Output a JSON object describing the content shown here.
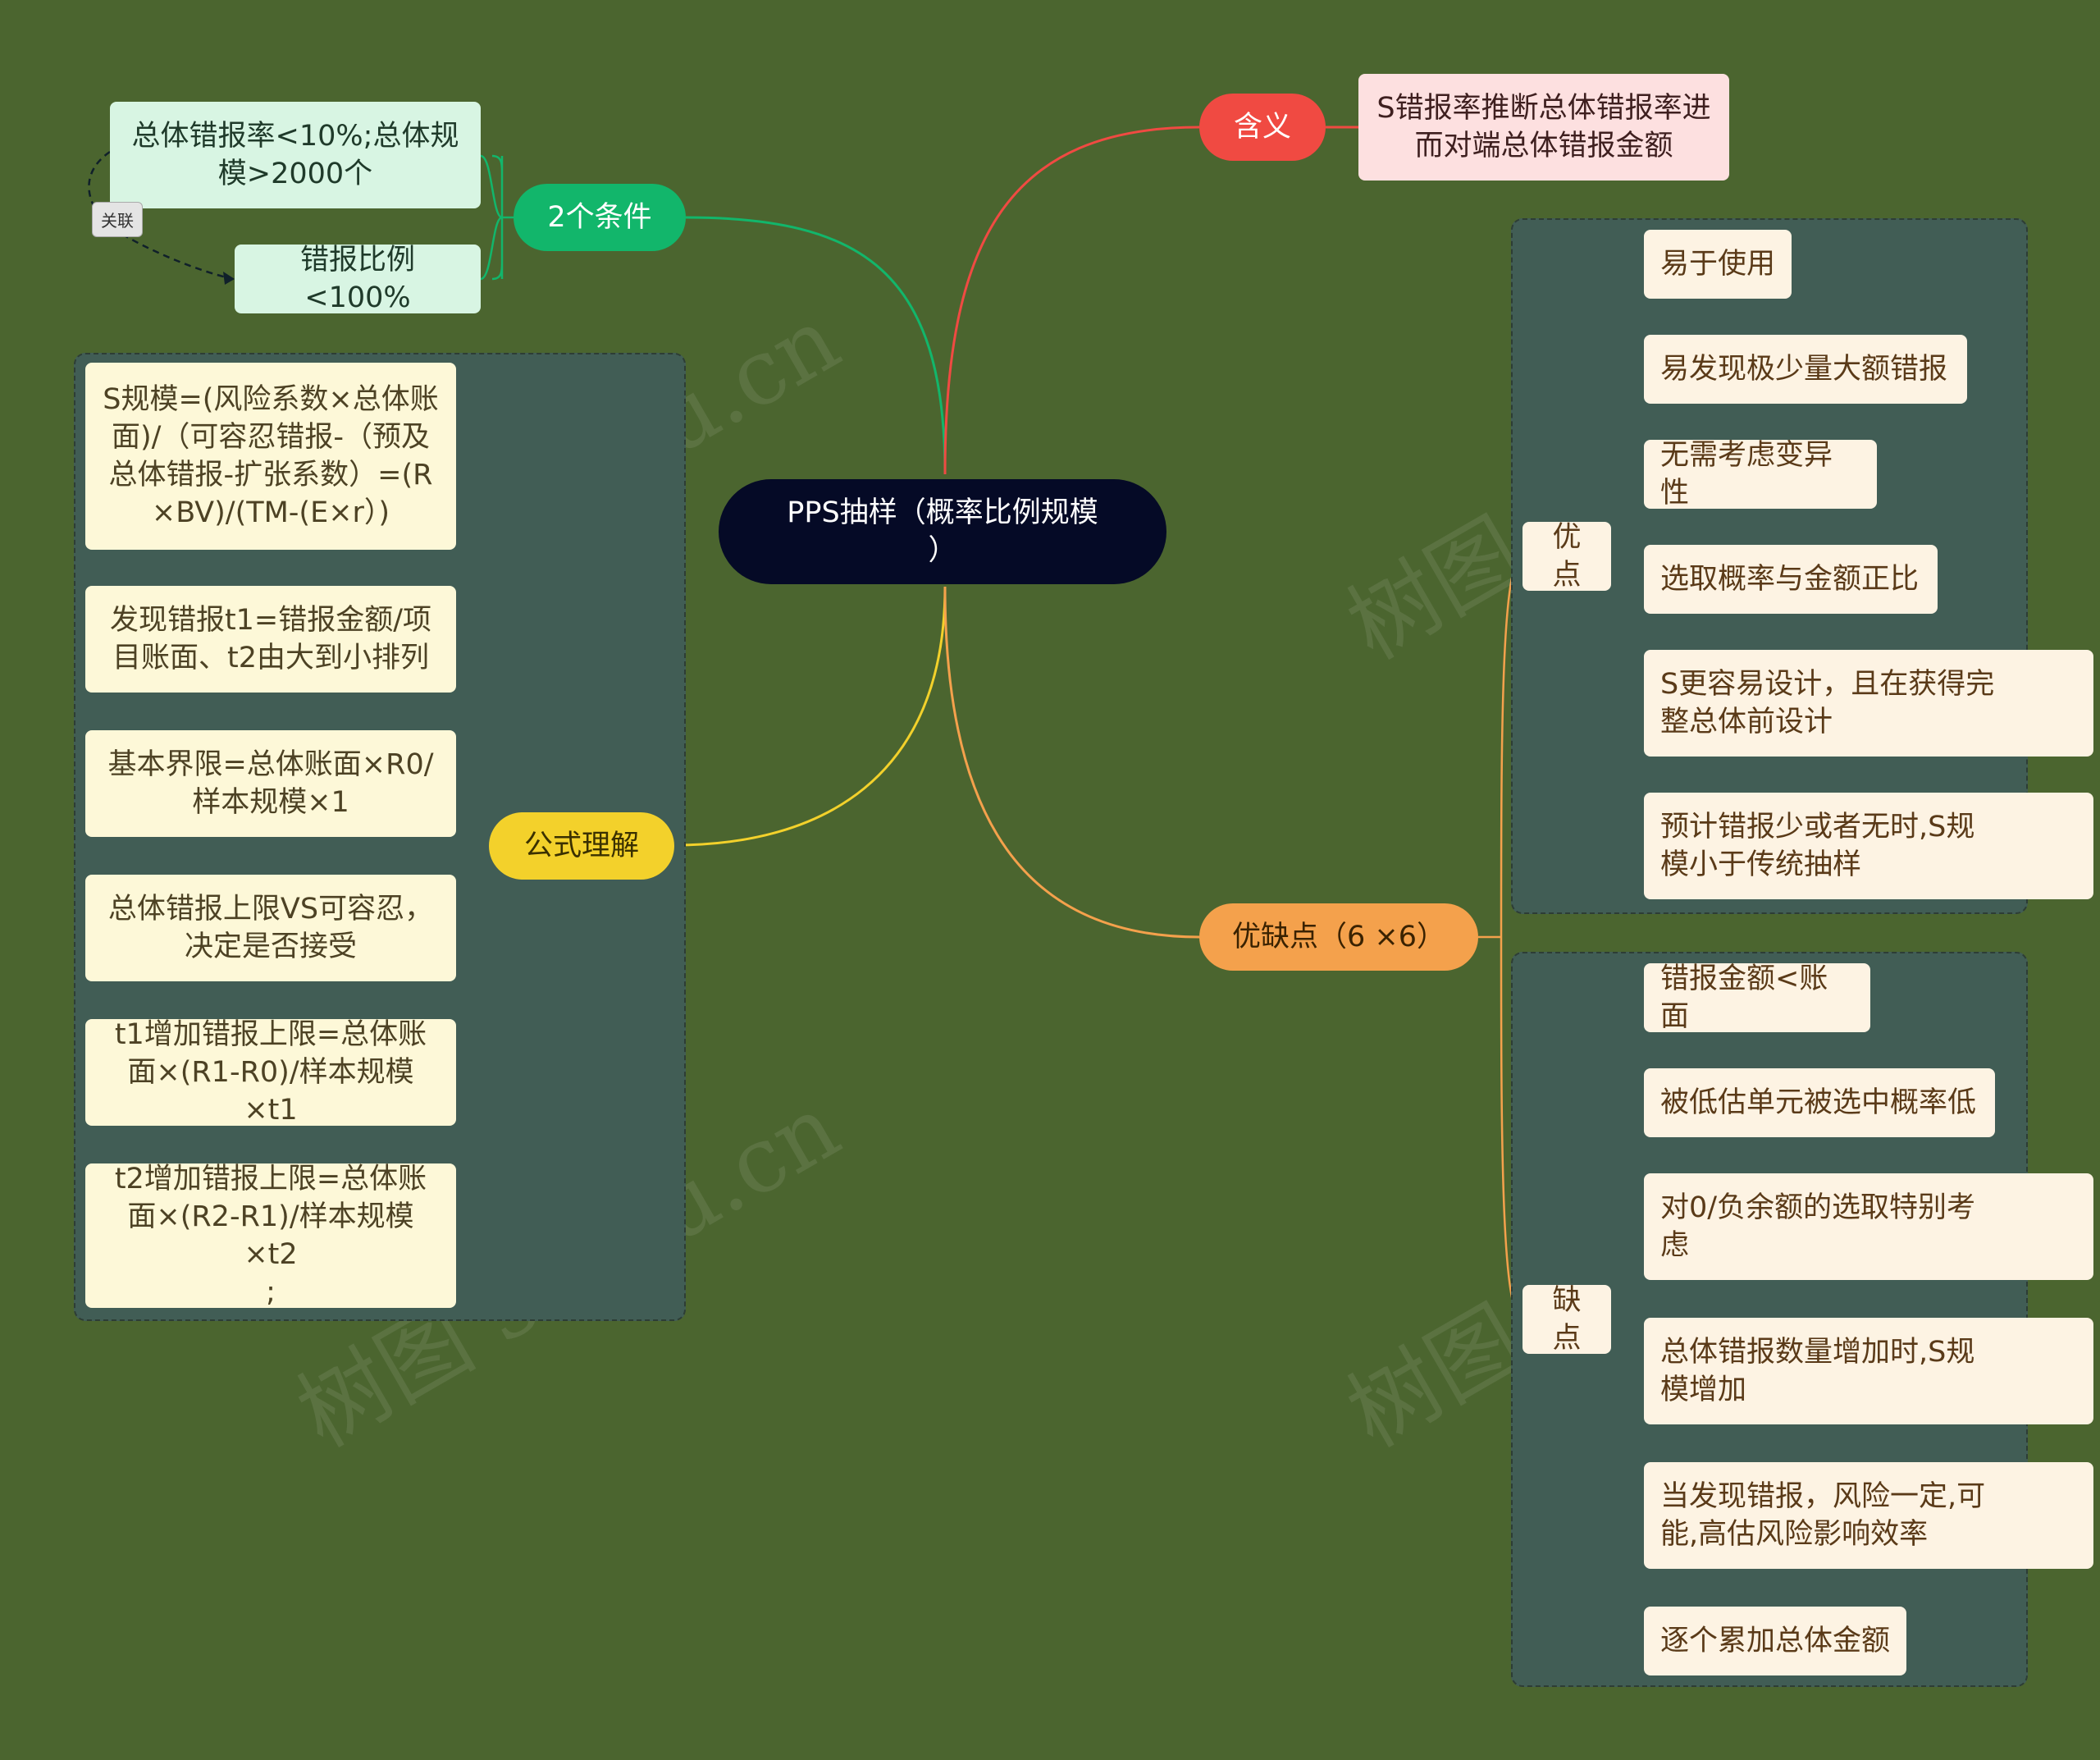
{
  "root": "PPS抽样（概率比例规模\n）",
  "conditions": {
    "label": "2个条件",
    "items": [
      "总体错报率<10%;总体规\n模>2000个",
      "错报比例<100%"
    ],
    "relation_tag": "关联"
  },
  "meaning": {
    "label": "含义",
    "text": "S错报率推断总体错报率进\n而对端总体错报金额"
  },
  "formula": {
    "label": "公式理解",
    "items": [
      "S规模=(风险系数×总体账\n面)/（可容忍错报-（预及\n总体错报-扩张系数）=(R\n×BV)/(TM-(E×r）)",
      "发现错报t1=错报金额/项\n目账面、t2由大到小排列",
      "基本界限=总体账面×R0/\n样本规模×1",
      "总体错报上限VS可容忍，\n决定是否接受",
      "t1增加错报上限=总体账\n面×(R1-R0)/样本规模×t1",
      "t2增加错报上限=总体账\n面×(R2-R1)/样本规模×t2\n;"
    ]
  },
  "proscons": {
    "label": "优缺点（6 ×6）",
    "pros": {
      "label": "优点",
      "items": [
        "易于使用",
        "易发现极少量大额错报",
        "无需考虑变异性",
        "选取概率与金额正比",
        "S更容易设计，且在获得完\n整总体前设计",
        "预计错报少或者无时,S规\n模小于传统抽样"
      ]
    },
    "cons": {
      "label": "缺点",
      "items": [
        "错报金额<账面",
        "被低估单元被选中概率低",
        "对0/负余额的选取特别考\n虑",
        "总体错报数量增加时,S规\n模增加",
        "当发现错报，风险一定,可\n能,高估风险影响效率",
        "逐个累加总体金额"
      ]
    }
  },
  "watermark": "树图 shutu.cn",
  "colors": {
    "background": "#4b652f",
    "root": "#050a26",
    "conditions": "#12b66b",
    "meaning": "#f04a42",
    "formula": "#f3d12b",
    "proscons": "#f4a14c"
  }
}
